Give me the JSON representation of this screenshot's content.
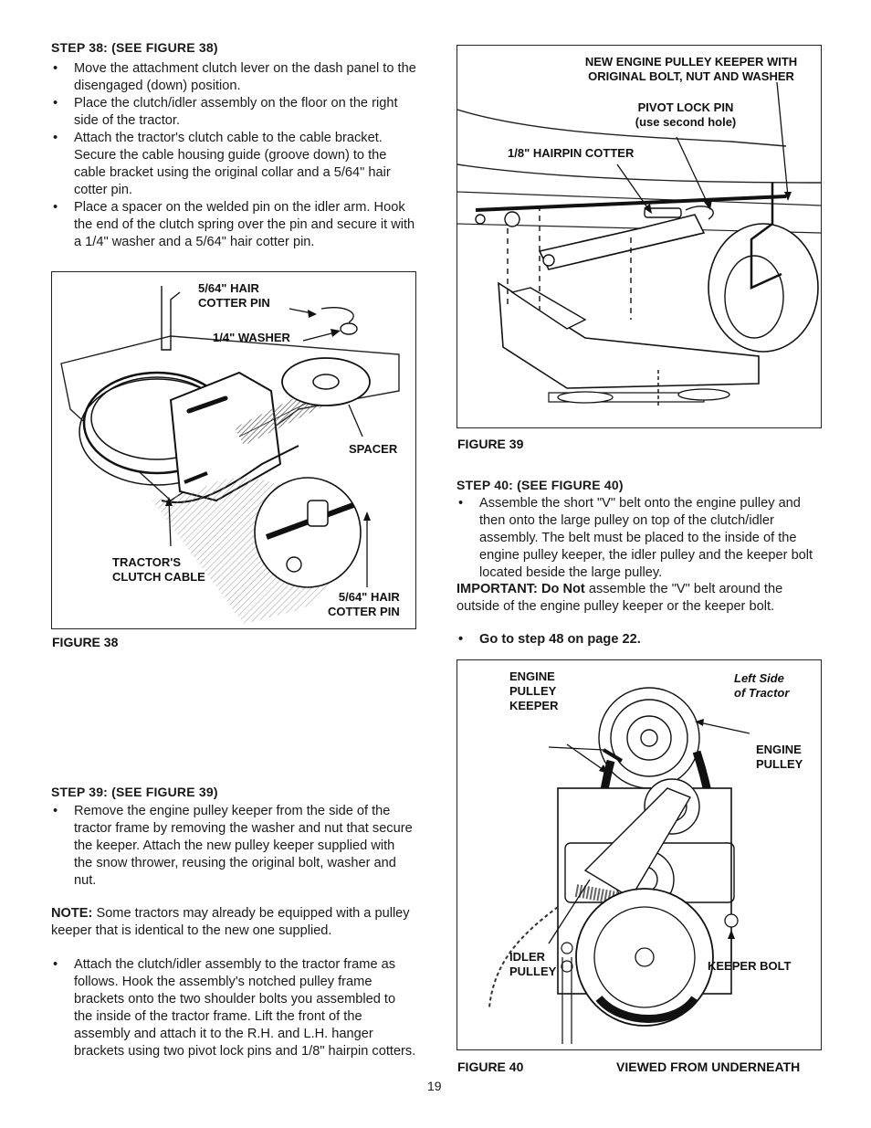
{
  "step38": {
    "heading": "STEP 38: (SEE FIGURE 38)",
    "bullets": [
      "Move the attachment clutch lever on the dash panel to the disengaged (down) position.",
      "Place the clutch/idler assembly on the floor on the right side of the tractor.",
      "Attach the tractor's clutch cable to the cable bracket. Secure the cable housing guide (groove down) to the cable bracket using the original collar and a 5/64\" hair cotter pin.",
      "Place a spacer on the welded pin on the idler arm. Hook the end of the clutch spring over the pin and secure it with a 1/4\" washer and a 5/64\" hair cotter pin."
    ]
  },
  "figure38": {
    "caption": "FIGURE 38",
    "labels": {
      "hair_pin_top_1": "5/64\" HAIR",
      "hair_pin_top_2": "COTTER PIN",
      "washer": "1/4\" WASHER",
      "spacer": "SPACER",
      "clutch_cable_1": "TRACTOR'S",
      "clutch_cable_2": "CLUTCH CABLE",
      "hair_pin_bottom_1": "5/64\" HAIR",
      "hair_pin_bottom_2": "COTTER PIN"
    }
  },
  "step39": {
    "heading": "STEP 39: (SEE FIGURE 39)",
    "bullet1": "Remove the engine pulley keeper from the side of the tractor frame by removing the washer and nut that secure the keeper. Attach the new pulley keeper supplied with the snow thrower, reusing the original bolt, washer and nut.",
    "note_label": "NOTE:",
    "note_text": " Some tractors may already be equipped with a pulley keeper that is identical to the new one supplied.",
    "bullet2": "Attach the clutch/idler assembly to the tractor frame as follows. Hook the assembly's notched pulley frame brackets onto the two shoulder bolts you assembled to the inside of the tractor frame. Lift the front of the assembly and attach it to the R.H. and L.H. hanger brackets using two pivot lock pins and 1/8\" hairpin cotters."
  },
  "figure39": {
    "caption": "FIGURE 39",
    "labels": {
      "keeper_1": "NEW ENGINE PULLEY KEEPER WITH",
      "keeper_2": "ORIGINAL BOLT, NUT AND WASHER",
      "pivot_1": "PIVOT LOCK PIN",
      "pivot_2": "(use second hole)",
      "hairpin": "1/8\" HAIRPIN COTTER"
    }
  },
  "step40": {
    "heading": "STEP 40: (SEE FIGURE 40)",
    "bullet": "Assemble the short \"V\" belt onto the engine pulley and then onto the large pulley on top of the clutch/idler assembly. The belt must be placed to the inside of the engine pulley keeper, the idler pulley and the keeper bolt located beside the large pulley.",
    "important_label": "IMPORTANT:",
    "important_bold": " Do Not",
    "important_text": " assemble the \"V\" belt around the outside of the engine pulley keeper or the keeper bolt.",
    "goto": "Go to step 48 on page 22."
  },
  "figure40": {
    "caption": "FIGURE 40",
    "caption_right": "VIEWED FROM UNDERNEATH",
    "labels": {
      "epk_1": "ENGINE",
      "epk_2": "PULLEY",
      "epk_3": "KEEPER",
      "left_1": "Left Side",
      "left_2": "of Tractor",
      "ep_1": "ENGINE",
      "ep_2": "PULLEY",
      "idler_1": "IDLER",
      "idler_2": "PULLEY",
      "keeper_bolt": "KEEPER BOLT"
    }
  },
  "page_number": "19"
}
